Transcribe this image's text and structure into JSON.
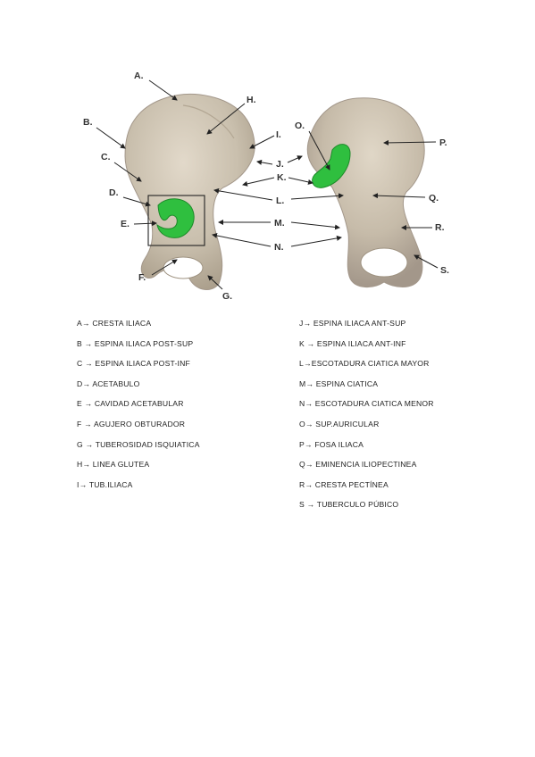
{
  "figure": {
    "labels": [
      {
        "key": "A",
        "text": "A."
      },
      {
        "key": "B",
        "text": "B."
      },
      {
        "key": "C",
        "text": "C."
      },
      {
        "key": "D",
        "text": "D."
      },
      {
        "key": "E",
        "text": "E."
      },
      {
        "key": "F",
        "text": "F."
      },
      {
        "key": "G",
        "text": "G."
      },
      {
        "key": "H",
        "text": "H."
      },
      {
        "key": "I",
        "text": "I."
      },
      {
        "key": "J",
        "text": "J."
      },
      {
        "key": "K",
        "text": "K."
      },
      {
        "key": "L",
        "text": "L."
      },
      {
        "key": "M",
        "text": "M."
      },
      {
        "key": "N",
        "text": "N."
      },
      {
        "key": "O",
        "text": "O."
      },
      {
        "key": "P",
        "text": "P."
      },
      {
        "key": "Q",
        "text": "Q."
      },
      {
        "key": "R",
        "text": "R."
      },
      {
        "key": "S",
        "text": "S."
      }
    ],
    "colors": {
      "bone": "#cfc5b4",
      "bone_dark": "#9e9280",
      "highlight": "#2fbf3f",
      "arrow": "#222222"
    }
  },
  "legend": {
    "left": [
      "A→ CRESTA ILIACA",
      "B → ESPINA ILIACA POST-SUP",
      "C → ESPINA ILIACA POST-INF",
      "D→ ACETABULO",
      "E → CAVIDAD ACETABULAR",
      "F → AGUJERO OBTURADOR",
      "G → TUBEROSIDAD ISQUIATICA",
      "H→ LINEA GLUTEA",
      "I→ TUB.ILIACA"
    ],
    "right": [
      "J→ ESPINA ILIACA ANT-SUP",
      "K → ESPINA ILIACA ANT-INF",
      "L→ESCOTADURA CIATICA MAYOR",
      "M→ ESPINA CIATICA",
      "N→ ESCOTADURA CIATICA MENOR",
      "O→ SUP.AURICULAR",
      "P→ FOSA ILIACA",
      "Q→ EMINENCIA ILIOPECTINEA",
      "R→ CRESTA PECTÍNEA",
      "S → TUBERCULO PÚBICO"
    ]
  }
}
